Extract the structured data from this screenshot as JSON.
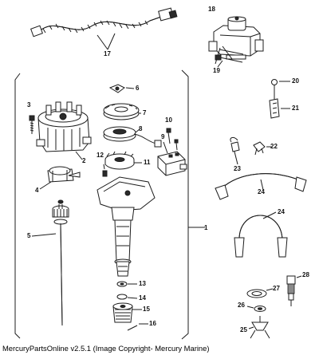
{
  "diagram": {
    "callouts": [
      "1",
      "2",
      "3",
      "4",
      "5",
      "6",
      "7",
      "8",
      "9",
      "10",
      "11",
      "12",
      "13",
      "14",
      "15",
      "16",
      "17",
      "18",
      "19",
      "20",
      "21",
      "22",
      "23",
      "24",
      "24",
      "25",
      "26",
      "27",
      "28"
    ]
  },
  "footer": {
    "text": "MercuryPartsOnline v2.5.1 (Image Copyright- Mercury Marine)"
  }
}
